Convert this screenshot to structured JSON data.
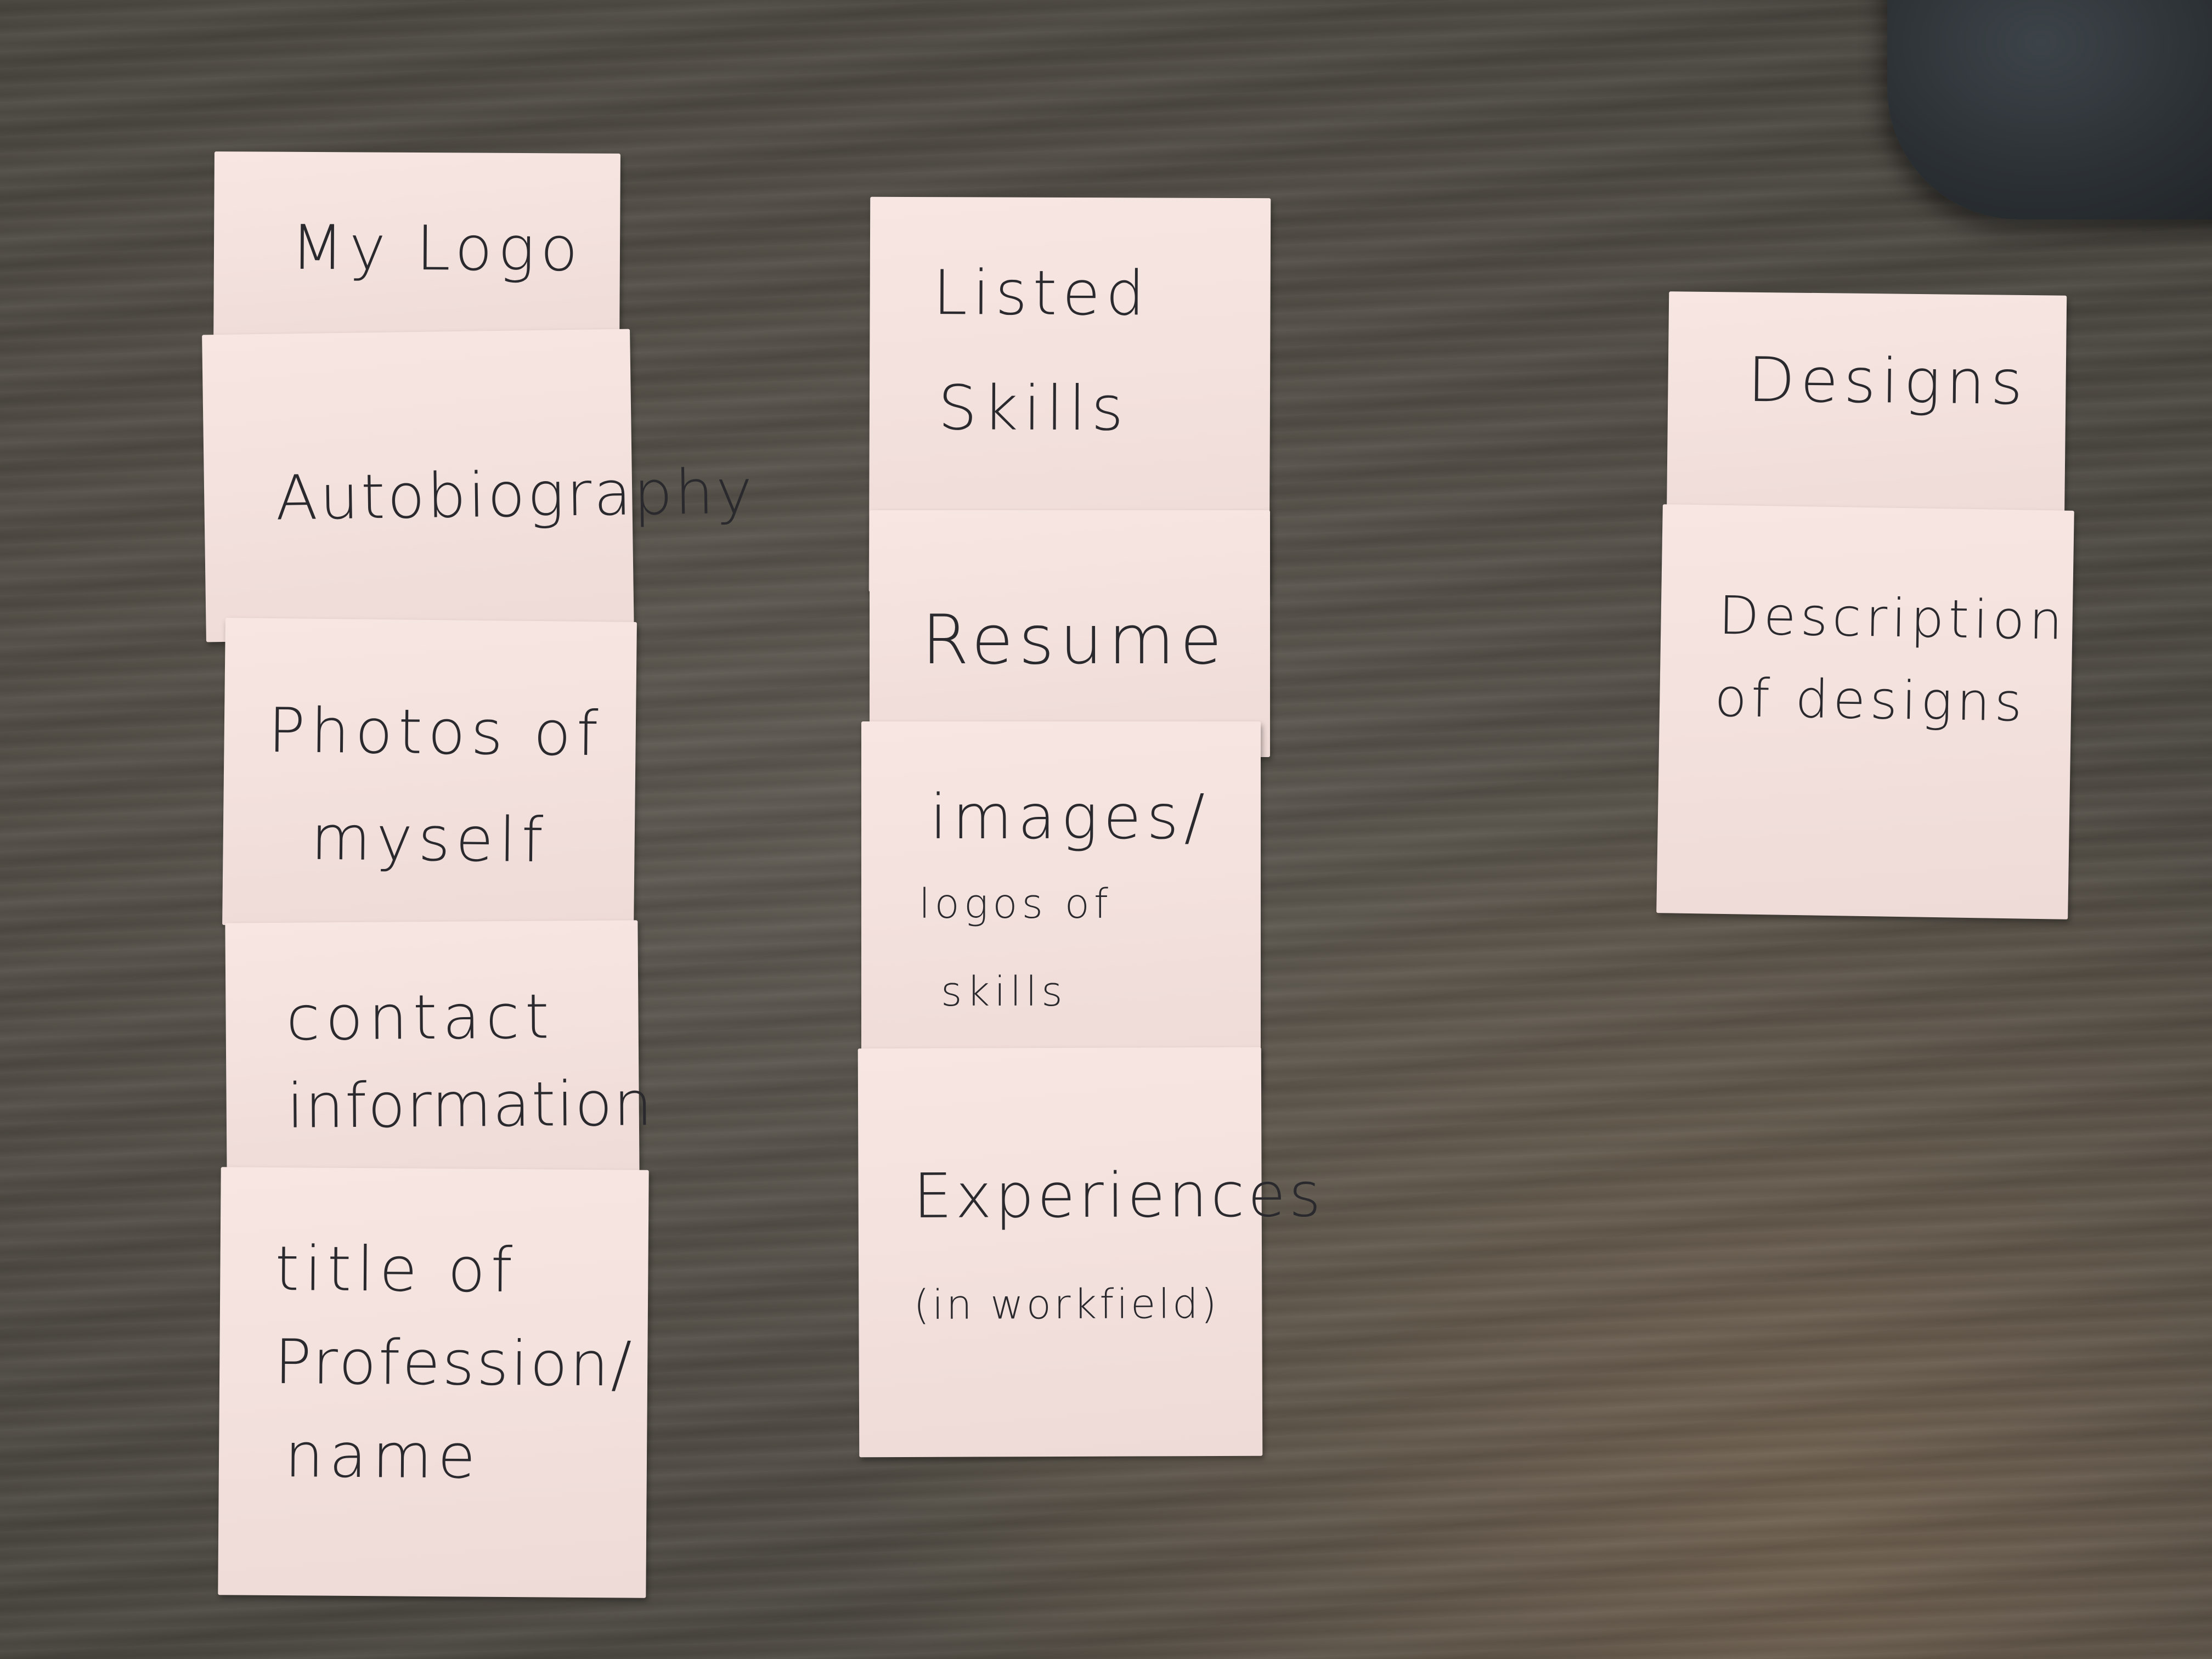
{
  "columns": [
    {
      "notes": [
        {
          "lines": [
            "My Logo"
          ]
        },
        {
          "lines": [
            "Autobiography"
          ]
        },
        {
          "lines": [
            "Photos of",
            "myself"
          ]
        },
        {
          "lines": [
            "contact",
            "information"
          ]
        },
        {
          "lines": [
            "title of",
            "Profession/",
            "name"
          ]
        }
      ]
    },
    {
      "notes": [
        {
          "lines": [
            "Listed",
            "Skills"
          ]
        },
        {
          "lines": [
            "Resume"
          ]
        },
        {
          "lines": [
            "images/",
            "logos of",
            "skills"
          ]
        },
        {
          "lines": [
            "Experiences",
            "(in workfield)"
          ]
        }
      ]
    },
    {
      "notes": [
        {
          "lines": [
            "Designs"
          ]
        },
        {
          "lines": [
            "Description",
            "of designs"
          ]
        }
      ]
    }
  ],
  "colors": {
    "desk": "#534f47",
    "note": "#f3e1dd",
    "ink": "#2a2a2e",
    "mouse": "#2b3034"
  }
}
